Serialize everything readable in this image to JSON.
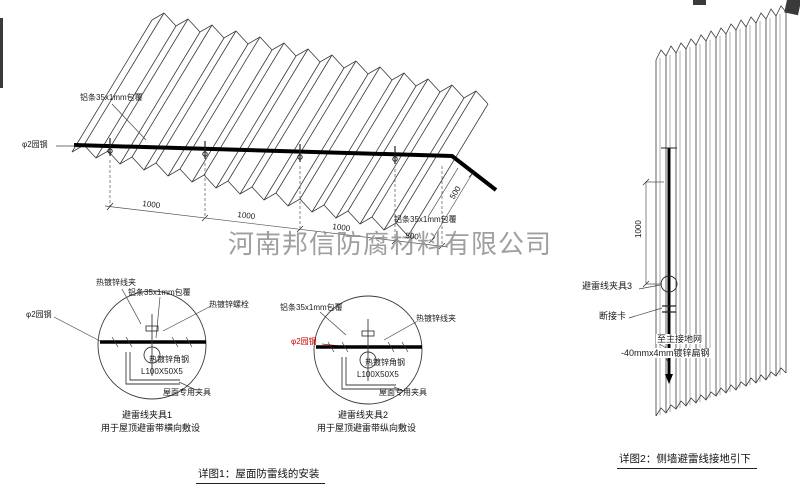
{
  "watermark": "河南邦信防腐材料有限公司",
  "roof": {
    "label_strip_top": "铝条35x1mm包覆",
    "label_strip_right": "铝条35x1mm包覆",
    "label_round_steel": "φ2园钢",
    "dims": {
      "d1": "1000",
      "d2": "1000",
      "d3": "1000",
      "d4": "500",
      "d5": "500"
    }
  },
  "detail1": {
    "label_clamp": "热镀锌线夹",
    "label_strip": "铝条35x1mm包覆",
    "label_bolt": "热镀锌螺栓",
    "label_round_steel": "φ2园钢",
    "label_angle_steel": "热镀锌角钢",
    "label_angle_spec": "L100X50X5",
    "label_roof_clamp": "屋面专用夹具",
    "title": "避雷线夹具1",
    "subtitle": "用于屋顶避雷带横向敷设"
  },
  "detail2": {
    "label_strip": "铝条35x1mm包覆",
    "label_clamp": "热镀锌线夹",
    "label_round_steel": "φ2园钢",
    "label_angle_steel": "热镀锌角钢",
    "label_angle_spec": "L100X50X5",
    "label_roof_clamp": "屋面专用夹具",
    "title": "避雷线夹具2",
    "subtitle": "用于屋顶避雷带纵向敷设"
  },
  "wall": {
    "dim": "1000",
    "label_clamp3": "避雷线夹具3",
    "label_disconnect": "断接卡",
    "label_to_ground": "至主接地网",
    "label_flat_steel": "-40mmx4mm镀锌扁钢"
  },
  "captions": {
    "detail1": "详图1：屋面防雷线的安装",
    "detail2": "详图2：侧墙避雷线接地引下"
  },
  "colors": {
    "line": "#3a3a3a",
    "wire": "#000000",
    "accent_red": "#cc0000",
    "watermark": "#8f8f8f"
  }
}
